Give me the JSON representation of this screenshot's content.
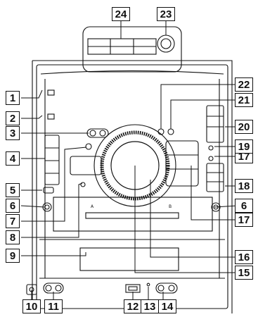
{
  "diagram": {
    "callouts": [
      {
        "id": "c1",
        "label": "1"
      },
      {
        "id": "c2",
        "label": "2"
      },
      {
        "id": "c3",
        "label": "3"
      },
      {
        "id": "c4",
        "label": "4"
      },
      {
        "id": "c5",
        "label": "5"
      },
      {
        "id": "c6l",
        "label": "6"
      },
      {
        "id": "c6r",
        "label": "6"
      },
      {
        "id": "c7",
        "label": "7"
      },
      {
        "id": "c8",
        "label": "8"
      },
      {
        "id": "c9",
        "label": "9"
      },
      {
        "id": "c10",
        "label": "10"
      },
      {
        "id": "c11",
        "label": "11"
      },
      {
        "id": "c12",
        "label": "12"
      },
      {
        "id": "c13",
        "label": "13"
      },
      {
        "id": "c14",
        "label": "14"
      },
      {
        "id": "c15",
        "label": "15"
      },
      {
        "id": "c16",
        "label": "16"
      },
      {
        "id": "c17a",
        "label": "17"
      },
      {
        "id": "c17b",
        "label": "17"
      },
      {
        "id": "c18",
        "label": "18"
      },
      {
        "id": "c19",
        "label": "19"
      },
      {
        "id": "c20",
        "label": "20"
      },
      {
        "id": "c21",
        "label": "21"
      },
      {
        "id": "c22",
        "label": "22"
      },
      {
        "id": "c23",
        "label": "23"
      },
      {
        "id": "c24",
        "label": "24"
      }
    ],
    "panel_marks": {
      "deck_a": "A",
      "deck_b": "B"
    }
  }
}
